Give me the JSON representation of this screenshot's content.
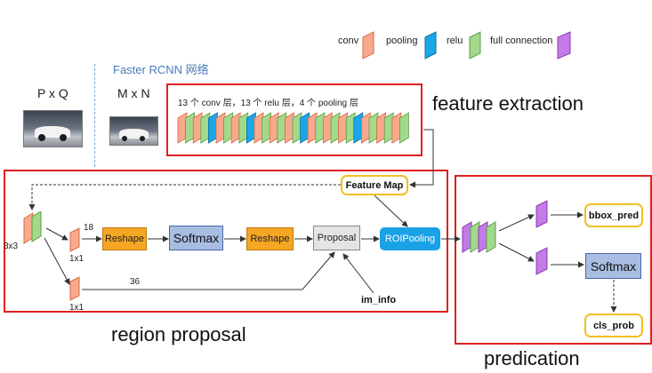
{
  "legend": {
    "conv": "conv",
    "pooling": "pooling",
    "relu": "relu",
    "full_connection": "full connection"
  },
  "colors": {
    "conv": "#f8a98d",
    "pooling": "#19a7e8",
    "relu": "#a3d98a",
    "full_connection": "#c47ae8",
    "red_frame": "#e02020",
    "feature_pill_border": "#f0c020"
  },
  "header": {
    "title": "Faster RCNN 网络",
    "pq_label": "P x Q",
    "mn_label": "M x N"
  },
  "feature_extraction": {
    "caption": "13 个 conv 层，13 个 relu 层，4 个 pooling 层",
    "section_label": "feature extraction",
    "layer_sequence": [
      "conv",
      "relu",
      "conv",
      "relu",
      "pool",
      "conv",
      "relu",
      "conv",
      "relu",
      "pool",
      "conv",
      "relu",
      "conv",
      "relu",
      "conv",
      "relu",
      "pool",
      "conv",
      "relu",
      "conv",
      "relu",
      "conv",
      "relu",
      "pool",
      "conv",
      "relu",
      "conv",
      "relu",
      "conv",
      "relu"
    ]
  },
  "region_proposal": {
    "section_label": "region proposal",
    "feature_map": "Feature Map",
    "label_3x3": "3x3",
    "label_1x1_top": "1x1",
    "label_1x1_bottom": "1x1",
    "num_18": "18",
    "num_36": "36",
    "reshape1": "Reshape",
    "softmax": "Softmax",
    "reshape2": "Reshape",
    "proposal": "Proposal",
    "roipooling": "ROIPooling",
    "im_info": "im_info"
  },
  "prediction": {
    "section_label": "predication",
    "bbox_pred": "bbox_pred",
    "softmax": "Softmax",
    "cls_prob": "cls_prob"
  }
}
